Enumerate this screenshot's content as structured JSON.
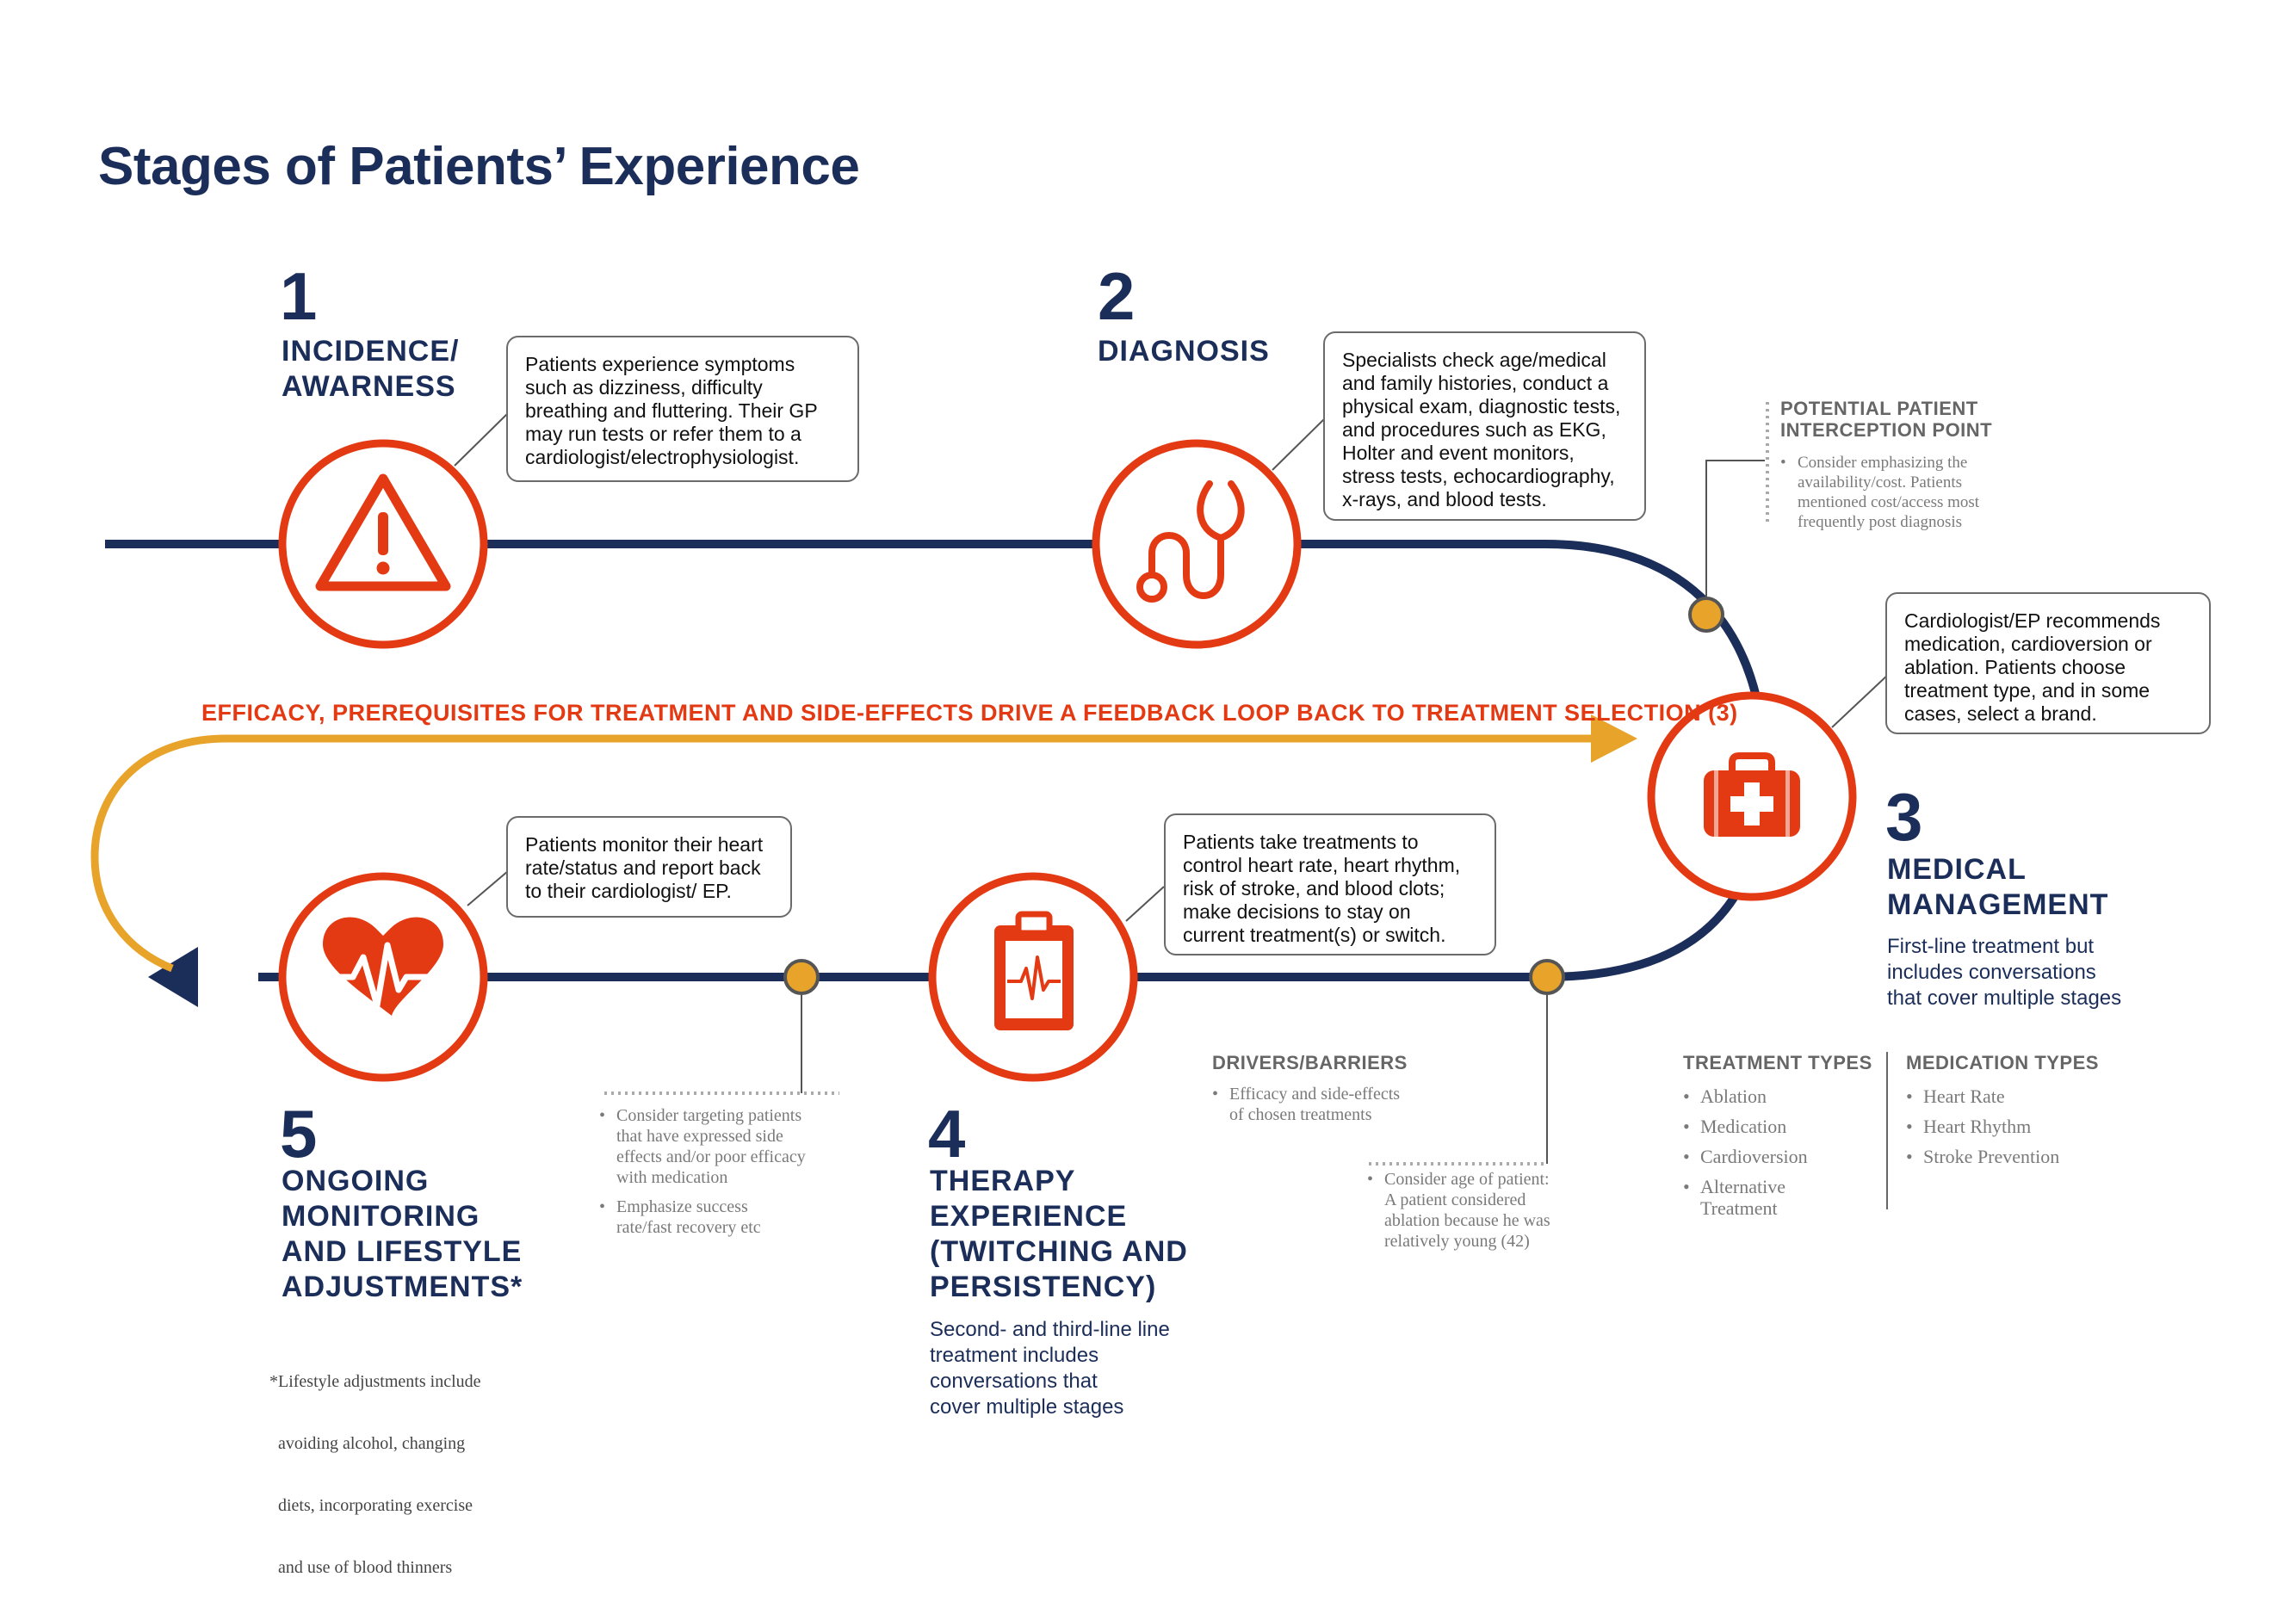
{
  "title": "Stages of Patients’ Experience",
  "colors": {
    "navy": "#1b2d59",
    "red": "#e33a14",
    "orange": "#e8a32a",
    "gray_text": "#7a7a7a"
  },
  "feedback_loop": "EFFICACY, PREREQUISITES FOR TREATMENT AND SIDE-EFFECTS DRIVE A FEEDBACK LOOP BACK TO TREATMENT SELECTION (3)",
  "stages": [
    {
      "number": "1",
      "title_lines": [
        "INCIDENCE/",
        "AWARNESS"
      ],
      "icon": "warning-triangle-icon",
      "callout_lines": [
        "Patients experience symptoms",
        "such as  dizziness, difficulty",
        "breathing and fluttering. Their GP",
        "may run tests or refer them to a",
        "cardiologist/electrophysiologist."
      ]
    },
    {
      "number": "2",
      "title_lines": [
        "DIAGNOSIS"
      ],
      "icon": "stethoscope-icon",
      "callout_lines": [
        "Specialists check age/medical",
        "and family histories, conduct a",
        "physical exam, diagnostic tests,",
        "and procedures such as EKG,",
        "Holter and event monitors,",
        "stress tests, echocardiography,",
        "x-rays, and blood tests."
      ]
    },
    {
      "number": "3",
      "title_lines": [
        "MEDICAL",
        "MANAGEMENT"
      ],
      "icon": "first-aid-kit-icon",
      "subtitle_lines": [
        "First-line treatment but",
        "includes conversations",
        "that cover multiple stages"
      ],
      "callout_lines": [
        "Cardiologist/EP recommends",
        "medication, cardioversion or",
        "ablation. Patients choose",
        "treatment type, and in some",
        "cases, select a brand."
      ]
    },
    {
      "number": "4",
      "title_lines": [
        "THERAPY",
        "EXPERIENCE",
        "(TWITCHING AND",
        "PERSISTENCY)"
      ],
      "icon": "clipboard-ecg-icon",
      "subtitle_lines": [
        "Second- and third-line line",
        "treatment includes",
        "conversations that",
        "cover multiple stages"
      ],
      "callout_lines": [
        "Patients take treatments to",
        "control heart rate, heart rhythm,",
        "risk of stroke, and blood clots;",
        "make decisions to stay on",
        "current treatment(s) or switch."
      ]
    },
    {
      "number": "5",
      "title_lines": [
        "ONGOING",
        "MONITORING",
        "AND LIFESTYLE",
        "ADJUSTMENTS*"
      ],
      "icon": "heart-pulse-icon",
      "footnote_lines": [
        "*Lifestyle adjustments include",
        "  avoiding alcohol, changing",
        "  diets, incorporating exercise",
        "  and use of blood thinners"
      ],
      "callout_lines": [
        "Patients monitor their heart",
        "rate/status and report  back",
        "to their cardiologist/ EP."
      ]
    }
  ],
  "interception": {
    "heading_lines": [
      "POTENTIAL PATIENT",
      "INTERCEPTION POINT"
    ],
    "bullets": [
      [
        "Consider emphasizing the",
        "availability/cost. Patients",
        "mentioned cost/access most",
        "frequently post diagnosis"
      ]
    ]
  },
  "drivers": {
    "heading": "DRIVERS/BARRIERS",
    "bullets": [
      [
        "Efficacy and side-effects",
        "of chosen treatments"
      ]
    ]
  },
  "age_note": {
    "bullets": [
      [
        "Consider age of patient:",
        "A patient considered",
        "ablation because he was",
        "relatively young (42)"
      ]
    ]
  },
  "targeting_note": {
    "bullets": [
      [
        "Consider targeting patients",
        "that have expressed side",
        "effects and/or poor efficacy",
        "with medication"
      ],
      [
        "Emphasize success",
        "rate/fast recovery etc"
      ]
    ]
  },
  "treatment_types": {
    "heading": "TREATMENT TYPES",
    "items": [
      "Ablation",
      "Medication",
      "Cardioversion",
      "Alternative\nTreatment"
    ]
  },
  "medication_types": {
    "heading": "MEDICATION TYPES",
    "items": [
      "Heart Rate",
      "Heart Rhythm",
      "Stroke Prevention"
    ]
  }
}
